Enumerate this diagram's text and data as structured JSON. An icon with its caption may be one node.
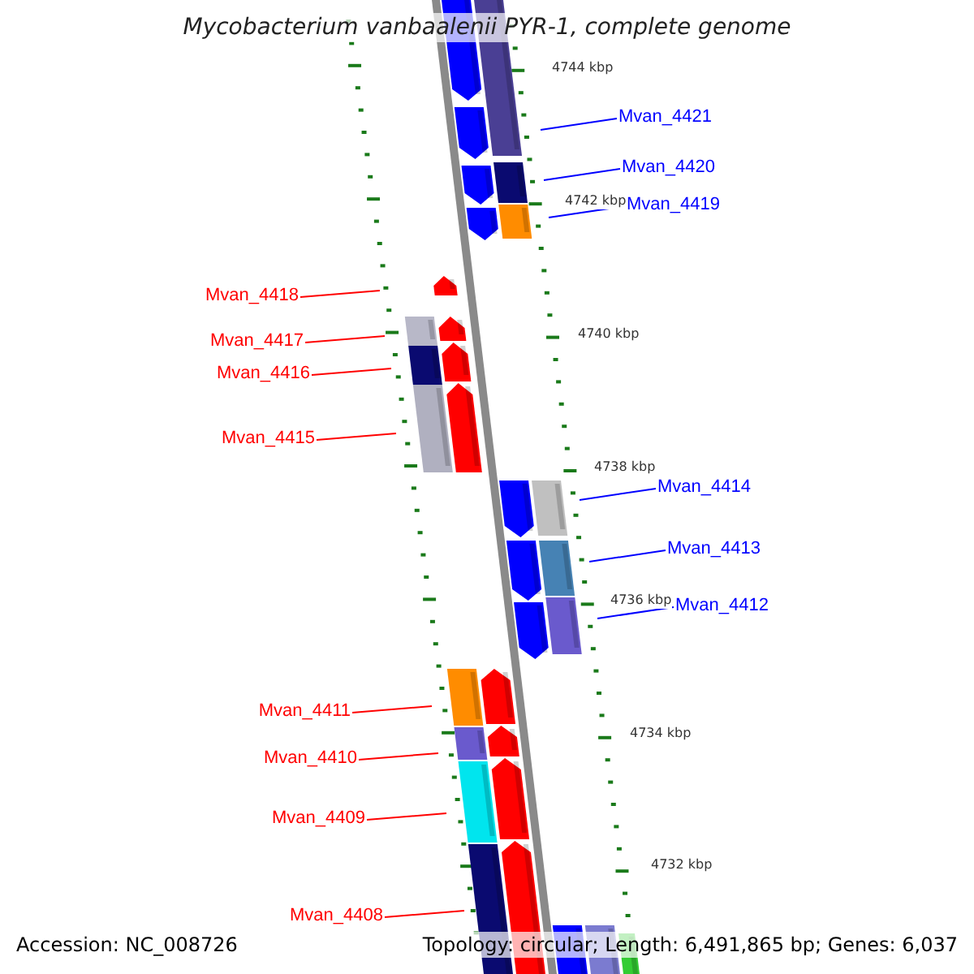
{
  "diagram": {
    "title": "Mycobacterium vanbaalenii PYR-1, complete genome",
    "nodes": [
      {
        "text": [
          "Mvan_4421"
        ]
      },
      {
        "text": [
          "Mvan_4420"
        ]
      },
      {
        "text": [
          "Mvan_4419"
        ]
      },
      {
        "text": [
          "Mvan_4418"
        ]
      },
      {
        "text": [
          "Mvan_4417"
        ]
      },
      {
        "text": [
          "Mvan_4416"
        ]
      },
      {
        "text": [
          "Mvan_4415"
        ]
      },
      {
        "text": [
          "Mvan_4414"
        ]
      },
      {
        "text": [
          "Mvan_4413"
        ]
      },
      {
        "text": [
          "Mvan_4412"
        ]
      },
      {
        "text": [
          "Mvan_4411"
        ]
      },
      {
        "text": [
          "Mvan_4410"
        ]
      },
      {
        "text": [
          "Mvan_4409"
        ]
      },
      {
        "text": [
          "Mvan_4408"
        ]
      }
    ],
    "edges": [
      {
        "from": 0,
        "to": null,
        "arrow": "none",
        "color": "#0000ff"
      },
      {
        "from": 1,
        "to": null,
        "arrow": "none",
        "color": "#0000ff"
      },
      {
        "from": 2,
        "to": null,
        "arrow": "none",
        "color": "#0000ff"
      },
      {
        "from": 3,
        "to": null,
        "arrow": "none",
        "color": "#ff0000"
      },
      {
        "from": 4,
        "to": null,
        "arrow": "none",
        "color": "#ff0000"
      },
      {
        "from": 5,
        "to": null,
        "arrow": "none",
        "color": "#ff0000"
      },
      {
        "from": 6,
        "to": null,
        "arrow": "none",
        "color": "#ff0000"
      },
      {
        "from": 7,
        "to": null,
        "arrow": "none",
        "color": "#0000ff"
      },
      {
        "from": 8,
        "to": null,
        "arrow": "none",
        "color": "#0000ff"
      },
      {
        "from": 9,
        "to": null,
        "arrow": "none",
        "color": "#0000ff"
      },
      {
        "from": 10,
        "to": null,
        "arrow": "none",
        "color": "#ff0000"
      },
      {
        "from": 11,
        "to": null,
        "arrow": "none",
        "color": "#ff0000"
      },
      {
        "from": 12,
        "to": null,
        "arrow": "none",
        "color": "#ff0000"
      },
      {
        "from": 13,
        "to": null,
        "arrow": "none",
        "color": "#ff0000"
      }
    ],
    "labels": [
      "4744 kbp",
      "4742 kbp",
      "4740 kbp",
      "4738 kbp",
      "4736 kbp",
      "4734 kbp",
      "4732 kbp",
      "Accession: NC_008726",
      "Topology: circular; Length: 6,491,865 bp; Genes: 6,037"
    ]
  }
}
